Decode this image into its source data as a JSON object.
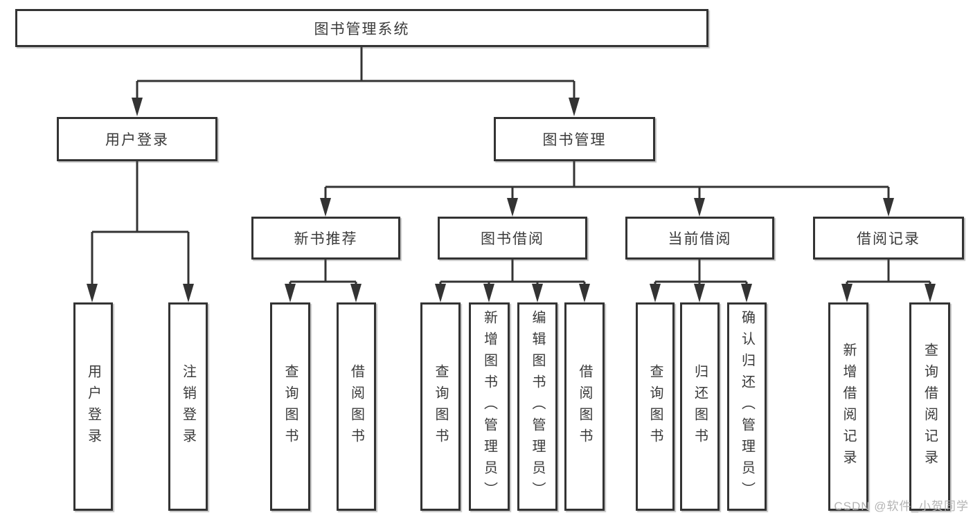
{
  "tree": {
    "root": {
      "label": "图书管理系统",
      "children": [
        {
          "label": "用户登录",
          "children": [
            {
              "label": "用户登录"
            },
            {
              "label": "注销登录"
            }
          ]
        },
        {
          "label": "图书管理",
          "children": [
            {
              "label": "新书推荐",
              "children": [
                {
                  "label": "查询图书"
                },
                {
                  "label": "借阅图书"
                }
              ]
            },
            {
              "label": "图书借阅",
              "children": [
                {
                  "label": "查询图书"
                },
                {
                  "label": "新增图书（管理员）"
                },
                {
                  "label": "编辑图书（管理员）"
                },
                {
                  "label": "借阅图书"
                }
              ]
            },
            {
              "label": "当前借阅",
              "children": [
                {
                  "label": "查询图书"
                },
                {
                  "label": "归还图书"
                },
                {
                  "label": "确认归还（管理员）"
                }
              ]
            },
            {
              "label": "借阅记录",
              "children": [
                {
                  "label": "新增借阅记录"
                },
                {
                  "label": "查询借阅记录"
                }
              ]
            }
          ]
        }
      ]
    }
  },
  "watermark": {
    "text": "CSDN @软件_小贺同学"
  },
  "colors": {
    "line": "#333333",
    "box_border": "#333333",
    "text": "#3a3a3a",
    "watermark": "#b3b3b3",
    "background": "#ffffff"
  }
}
